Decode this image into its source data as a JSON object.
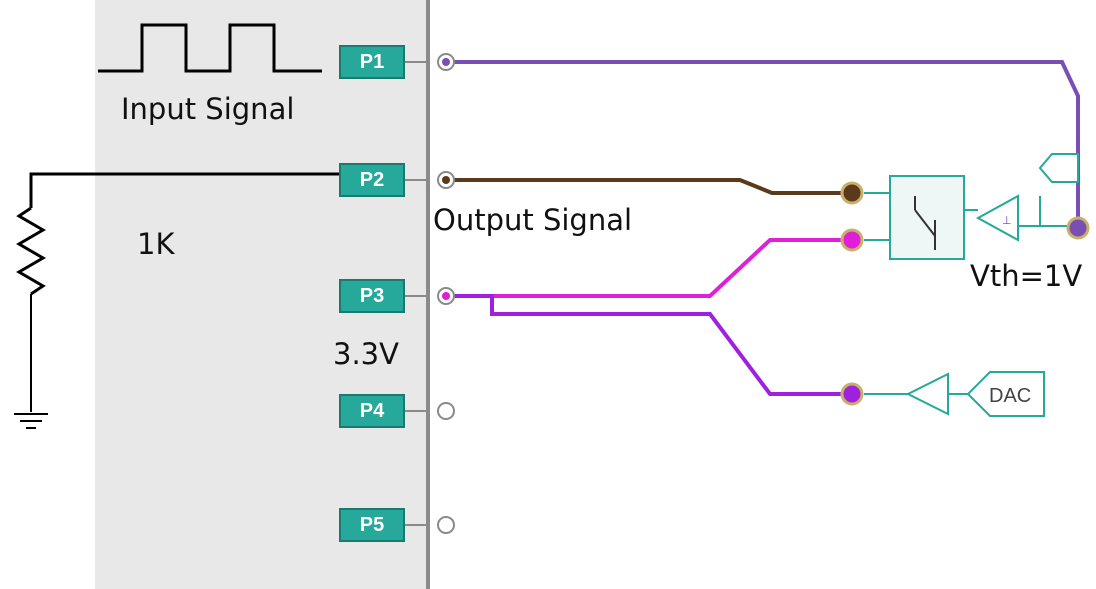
{
  "pins": [
    {
      "id": "P1",
      "label": "P1"
    },
    {
      "id": "P2",
      "label": "P2"
    },
    {
      "id": "P3",
      "label": "P3"
    },
    {
      "id": "P4",
      "label": "P4"
    },
    {
      "id": "P5",
      "label": "P5"
    }
  ],
  "labels": {
    "input_signal": "Input Signal",
    "output_signal": "Output Signal",
    "resistor": "1K",
    "voltage": "3.3V",
    "threshold": "Vth=1V",
    "dac": "DAC"
  },
  "colors": {
    "panel": "#e8e8e8",
    "pin": "#26a89a",
    "wire_purple": "#7a4fb3",
    "wire_brown": "#5a3a1a",
    "wire_magenta": "#e020d8",
    "wire_violet": "#a020e0",
    "component": "#26a89a"
  }
}
